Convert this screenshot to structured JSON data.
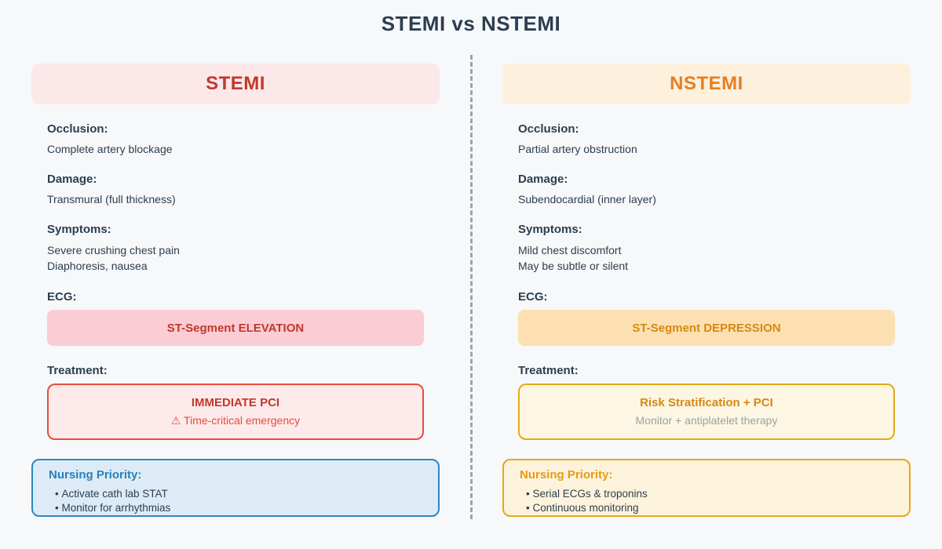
{
  "title": "STEMI vs NSTEMI",
  "colors": {
    "background": "#f6f8fa",
    "heading_text": "#2c3e50",
    "stemi_accent": "#c0392b",
    "stemi_header_bg": "#fce8e9",
    "stemi_ecg_bg": "#fbccd3",
    "stemi_treatment_border": "#e74c3c",
    "nursing_blue_border": "#2e86c1",
    "nursing_blue_bg": "#dcebf6",
    "nstemi_accent": "#e67e22",
    "nstemi_header_bg": "#fdf0dd",
    "nstemi_ecg_bg": "#fde0b2",
    "nstemi_ecg_text": "#d68910",
    "gold_border": "#e6a817",
    "divider": "#98a6ad"
  },
  "columns": [
    {
      "id": "stemi",
      "header": "STEMI",
      "sections": {
        "occlusion_label": "Occlusion:",
        "occlusion_value": "Complete artery blockage",
        "damage_label": "Damage:",
        "damage_value": "Transmural (full thickness)",
        "symptoms_label": "Symptoms:",
        "symptoms_lines": [
          "Severe crushing chest pain",
          "Diaphoresis, nausea"
        ],
        "ecg_label": "ECG:",
        "ecg_value": "ST-Segment ELEVATION",
        "treatment_label": "Treatment:",
        "treatment_title": "IMMEDIATE PCI",
        "treatment_sub": "⚠ Time-critical emergency",
        "nursing_label": "Nursing Priority:",
        "nursing_items": [
          "Activate cath lab STAT",
          "Monitor for arrhythmias"
        ]
      }
    },
    {
      "id": "nstemi",
      "header": "NSTEMI",
      "sections": {
        "occlusion_label": "Occlusion:",
        "occlusion_value": "Partial artery obstruction",
        "damage_label": "Damage:",
        "damage_value": "Subendocardial (inner layer)",
        "symptoms_label": "Symptoms:",
        "symptoms_lines": [
          "Mild chest discomfort",
          "May be subtle or silent"
        ],
        "ecg_label": "ECG:",
        "ecg_value": "ST-Segment DEPRESSION",
        "treatment_label": "Treatment:",
        "treatment_title": "Risk Stratification + PCI",
        "treatment_sub": "Monitor + antiplatelet therapy",
        "nursing_label": "Nursing Priority:",
        "nursing_items": [
          "Serial ECGs & troponins",
          "Continuous monitoring"
        ]
      }
    }
  ]
}
